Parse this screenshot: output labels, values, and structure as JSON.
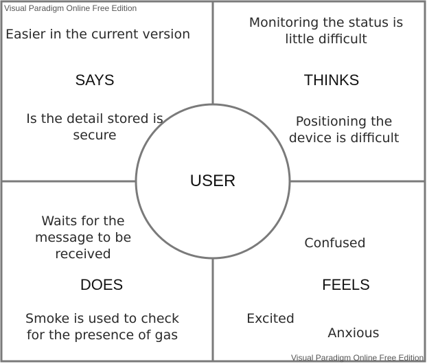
{
  "watermark": {
    "top": "Visual Paradigm Online Free Edition",
    "bottom": "Visual Paradigm Online Free Edition"
  },
  "colors": {
    "border": "#7a7a7a",
    "text": "#2a2a2a",
    "background": "#ffffff"
  },
  "center": {
    "label": "USER"
  },
  "quadrants": {
    "says": {
      "title": "SAYS",
      "notes": [
        [
          "Easier in the current version"
        ],
        [
          "Is the detail stored is",
          "secure"
        ]
      ]
    },
    "thinks": {
      "title": "THINKS",
      "notes": [
        [
          "Monitoring the status is",
          "little difficult"
        ],
        [
          "Positioning the",
          "device is difficult"
        ]
      ]
    },
    "does": {
      "title": "DOES",
      "notes": [
        [
          "Waits for the",
          "message to be",
          "received"
        ],
        [
          "Smoke is used to check",
          "for the presence of gas"
        ]
      ]
    },
    "feels": {
      "title": "FEELS",
      "notes": [
        [
          "Confused"
        ],
        [
          "Excited"
        ],
        [
          "Anxious"
        ]
      ]
    }
  }
}
